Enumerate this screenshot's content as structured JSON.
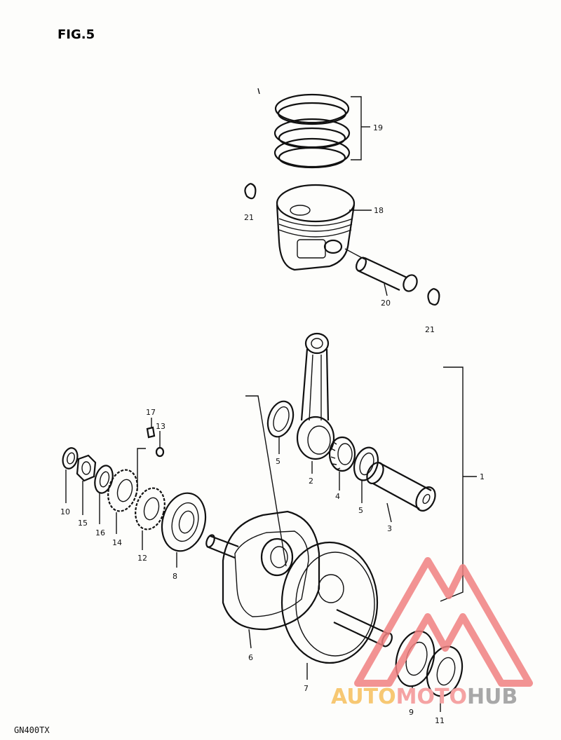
{
  "figure_title": "FIG.5",
  "model_code": "GN400TX",
  "part_labels": {
    "p1": "1",
    "p2": "2",
    "p3": "3",
    "p4": "4",
    "p5a": "5",
    "p5b": "5",
    "p6": "6",
    "p7": "7",
    "p8": "8",
    "p9": "9",
    "p10": "10",
    "p11": "11",
    "p12": "12",
    "p13": "13",
    "p14": "14",
    "p15": "15",
    "p16": "16",
    "p17": "17",
    "p18": "18",
    "p19": "19",
    "p20": "20",
    "p21a": "21",
    "p21b": "21"
  },
  "watermark": {
    "part1": "AUTO",
    "part2": "MOTO",
    "part3": "HUB",
    "color_auto": "#f7c873",
    "color_moto": "#f5a3a3",
    "color_hub": "#a8a8a8",
    "color_triangle": "#f08080"
  }
}
